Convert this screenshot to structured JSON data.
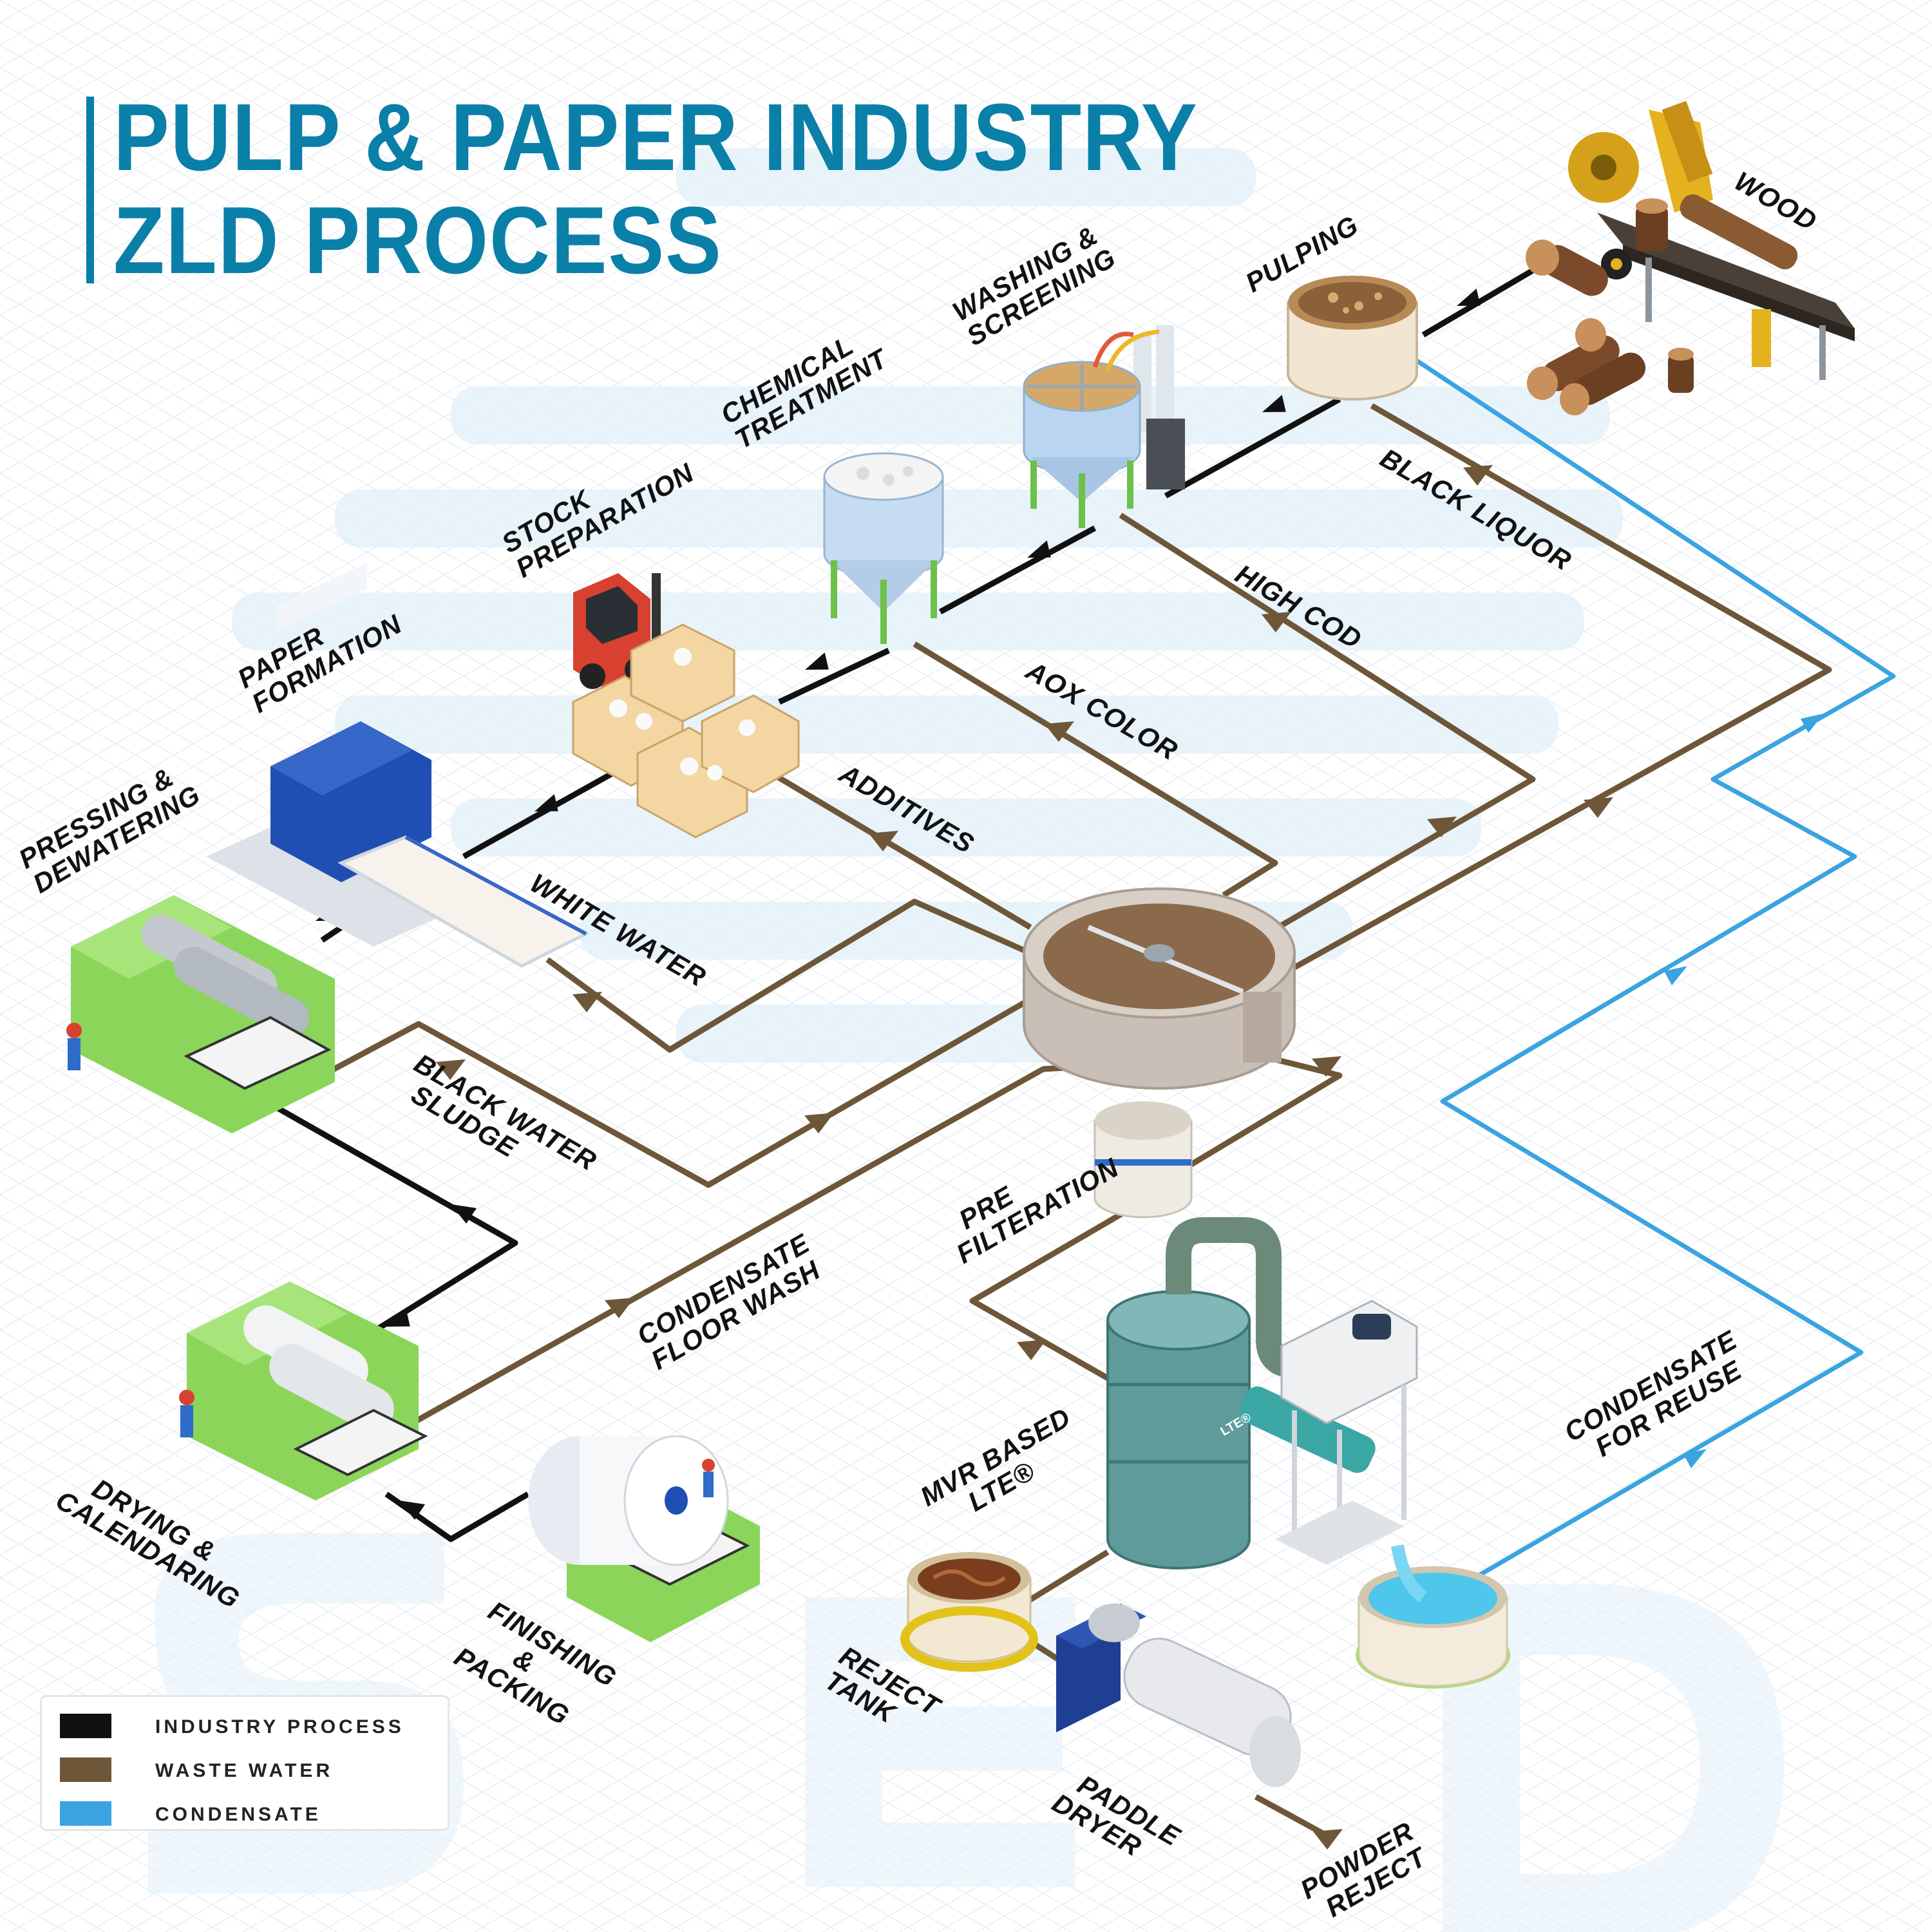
{
  "title": {
    "line1": "PULP & PAPER INDUSTRY",
    "line2": "ZLD PROCESS"
  },
  "labels": {
    "wood": "WOOD",
    "pulping": "PULPING",
    "washing": [
      "WASHING &",
      "SCREENING"
    ],
    "chemical": [
      "CHEMICAL",
      "TREATMENT"
    ],
    "stock": [
      "STOCK",
      "PREPARATION"
    ],
    "paper_formation": [
      "PAPER",
      "FORMATION"
    ],
    "pressing": [
      "PRESSING &",
      "DEWATERING"
    ],
    "drying": [
      "DRYING &",
      "CALENDARING"
    ],
    "finishing": [
      "FINISHING",
      "&",
      "PACKING"
    ],
    "black_liquor": "BLACK LIQUOR",
    "high_cod": "HIGH COD",
    "aox_color": "AOX COLOR",
    "additives": "ADDITIVES",
    "white_water": "WHITE WATER",
    "black_water_sludge": [
      "BLACK WATER",
      "SLUDGE"
    ],
    "condensate_floor_wash": [
      "CONDENSATE",
      "FLOOR WASH"
    ],
    "pre_filteration": [
      "PRE",
      "FILTERATION"
    ],
    "mvr": [
      "MVR BASED",
      "LTE®"
    ],
    "lte_badge": "LTE®",
    "reject_tank": [
      "REJECT",
      "TANK"
    ],
    "paddle_dryer": [
      "PADDLE",
      "DRYER"
    ],
    "powder_reject": [
      "POWDER",
      "REJECT"
    ],
    "condensate_reuse": [
      "CONDENSATE",
      "FOR REUSE"
    ]
  },
  "legend": [
    {
      "label": "INDUSTRY PROCESS",
      "color": "#111111"
    },
    {
      "label": "WASTE WATER",
      "color": "#6e5638"
    },
    {
      "label": "CONDENSATE",
      "color": "#3aa3e0"
    }
  ],
  "colors": {
    "brand": "#0a7fa8",
    "process": "#111111",
    "waste": "#6e5638",
    "condensate": "#3aa3e0",
    "machine_green": "#8bd65a",
    "machine_blue": "#1f4fb3"
  }
}
